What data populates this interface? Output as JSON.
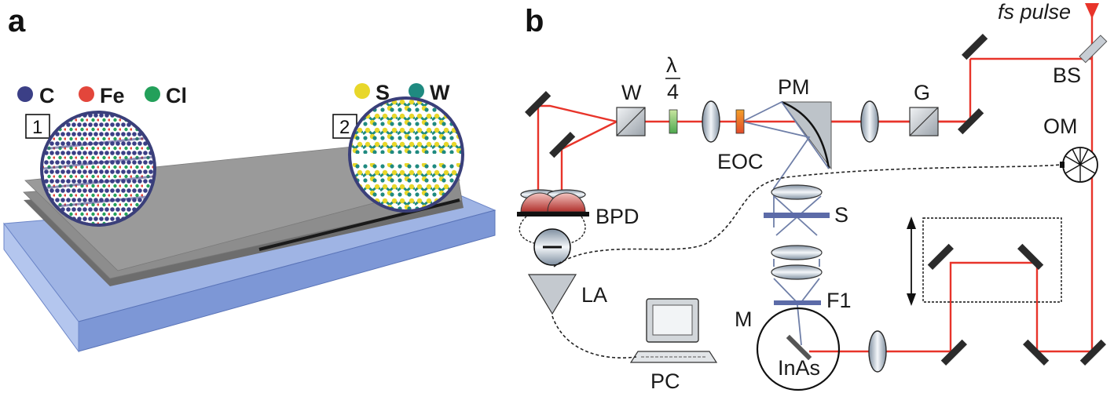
{
  "panel_a": {
    "letter": "a",
    "legend": [
      {
        "symbol": "C",
        "color": "#3b3f86"
      },
      {
        "symbol": "Fe",
        "color": "#e3463b"
      },
      {
        "symbol": "Cl",
        "color": "#23a05a"
      },
      {
        "symbol": "S",
        "color": "#e8d72a"
      },
      {
        "symbol": "W",
        "color": "#1f8a80"
      }
    ],
    "insets": [
      {
        "number": "1"
      },
      {
        "number": "2"
      }
    ]
  },
  "panel_b": {
    "letter": "b",
    "labels": {
      "fs_pulse": "fs pulse",
      "bs": "BS",
      "om": "OM",
      "g": "G",
      "pm": "PM",
      "eoc": "EOC",
      "lambda": "λ",
      "four": "4",
      "w": "W",
      "bpd": "BPD",
      "s": "S",
      "la": "LA",
      "f1": "F1",
      "m": "M",
      "inas": "InAs",
      "pc": "PC"
    }
  },
  "colors": {
    "beam": "#e8342a",
    "substrate": "#8fa7dc",
    "graphene": "#8a8a8a",
    "probe": "#6f7fa8"
  }
}
